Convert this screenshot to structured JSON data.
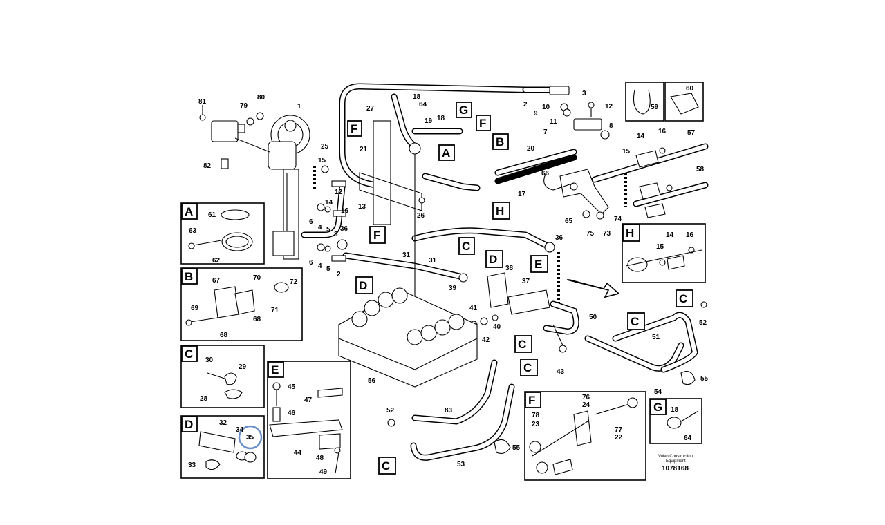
{
  "callout_numbers": {
    "n81": "81",
    "n79": "79",
    "n80": "80",
    "n1": "1",
    "n82": "82",
    "n27": "27",
    "n18a": "18",
    "n64a": "64",
    "n18b": "18",
    "n19": "19",
    "n21": "21",
    "n25": "25",
    "n15a": "15",
    "n14a": "14",
    "n16a": "16",
    "n13": "13",
    "n12a": "12",
    "n6a": "6",
    "n4a": "4",
    "n5a": "5",
    "n3a": "3",
    "n36a": "36",
    "n26": "26",
    "n6b": "6",
    "n4b": "4",
    "n5b": "5",
    "n2a": "2",
    "n31a": "31",
    "n31b": "31",
    "n2b": "2",
    "n3b": "3",
    "n10": "10",
    "n9": "9",
    "n11": "11",
    "n12b": "12",
    "n7": "7",
    "n8": "8",
    "n20": "20",
    "n17": "17",
    "n66": "66",
    "n65": "65",
    "n75": "75",
    "n73": "73",
    "n74": "74",
    "n14b": "14",
    "n16b": "16",
    "n57": "57",
    "n15b": "15",
    "n58": "58",
    "n36b": "36",
    "n38": "38",
    "n37": "37",
    "n39": "39",
    "n41": "41",
    "n40": "40",
    "n42": "42",
    "n50": "50",
    "n43": "43",
    "n51": "51",
    "n52a": "52",
    "n54": "54",
    "n55a": "55",
    "n56": "56",
    "n52b": "52",
    "n83": "83",
    "n53": "53",
    "n55b": "55"
  },
  "panels": {
    "A": {
      "tag": "A",
      "n61": "61",
      "n63": "63",
      "n62": "62"
    },
    "B": {
      "tag": "B",
      "n67": "67",
      "n70": "70",
      "n72": "72",
      "n69": "69",
      "n68a": "68",
      "n71": "71",
      "n68b": "68"
    },
    "C": {
      "tag": "C",
      "n30": "30",
      "n29": "29",
      "n28": "28"
    },
    "D": {
      "tag": "D",
      "n32": "32",
      "n34": "34",
      "n35": "35",
      "n33": "33"
    },
    "E": {
      "tag": "E",
      "n45": "45",
      "n47": "47",
      "n46": "46",
      "n44": "44",
      "n48": "48",
      "n49": "49"
    },
    "F": {
      "tag": "F",
      "n76": "76",
      "n24": "24",
      "n78": "78",
      "n23": "23",
      "n77": "77",
      "n22": "22"
    },
    "G": {
      "tag": "G",
      "n18": "18",
      "n64": "64"
    },
    "H": {
      "tag": "H",
      "n14": "14",
      "n16": "16",
      "n15": "15"
    },
    "tl59": {
      "n59": "59"
    },
    "tl60": {
      "n60": "60"
    }
  },
  "main_tags": {
    "F1": "F",
    "G": "G",
    "F2": "F",
    "B": "B",
    "A": "A",
    "H": "H",
    "F3": "F",
    "C1": "C",
    "D1": "D",
    "D2": "D",
    "E": "E",
    "C2": "C",
    "C3": "C",
    "C4": "C",
    "C5": "C",
    "C6": "C"
  },
  "footer": {
    "company_line1": "Volvo Construction",
    "company_line2": "Equipment",
    "drawing_number": "1078168"
  },
  "colors": {
    "highlight_circle": "#6a8fc8",
    "ink": "#000000",
    "paper": "#ffffff"
  }
}
